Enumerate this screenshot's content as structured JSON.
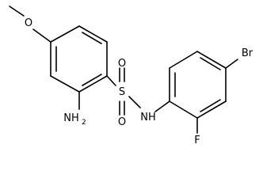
{
  "molecule": {
    "atoms": {
      "methoxy_o": "O",
      "amino_n": "NH",
      "amino_n_subscript": "2",
      "sulfur": "S",
      "sulfonyl_o_top": "O",
      "sulfonyl_o_bottom": "O",
      "amide_nh": "NH",
      "bromine": "Br",
      "fluorine": "F"
    }
  }
}
